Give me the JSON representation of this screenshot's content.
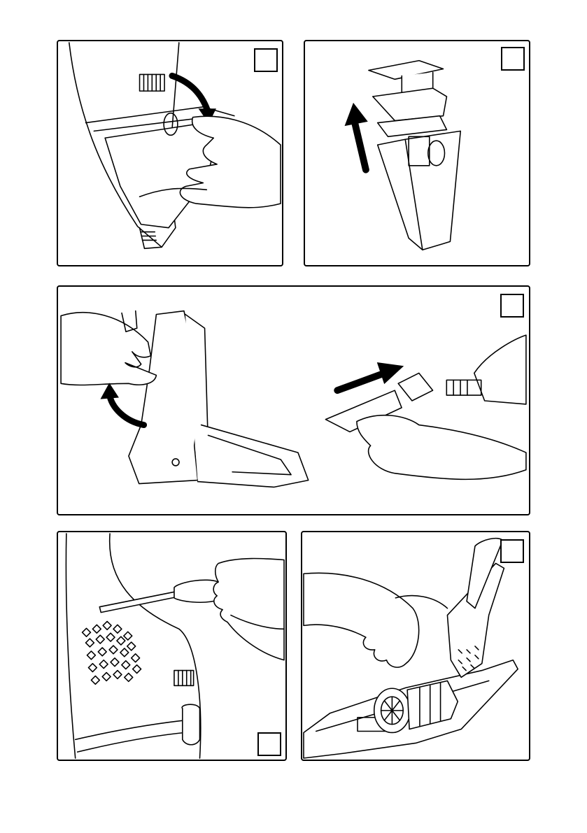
{
  "figures": [
    {
      "step_label": "",
      "illustration": "remove-dust-container"
    },
    {
      "step_label": "",
      "illustration": "pull-out-filter"
    },
    {
      "step_label": "",
      "illustration": "remove-nozzle-from-base"
    },
    {
      "step_label": "",
      "illustration": "unscrew-housing"
    },
    {
      "step_label": "",
      "illustration": "open-housing-motor"
    }
  ],
  "colors": {
    "line": "#000000",
    "background": "#ffffff"
  }
}
